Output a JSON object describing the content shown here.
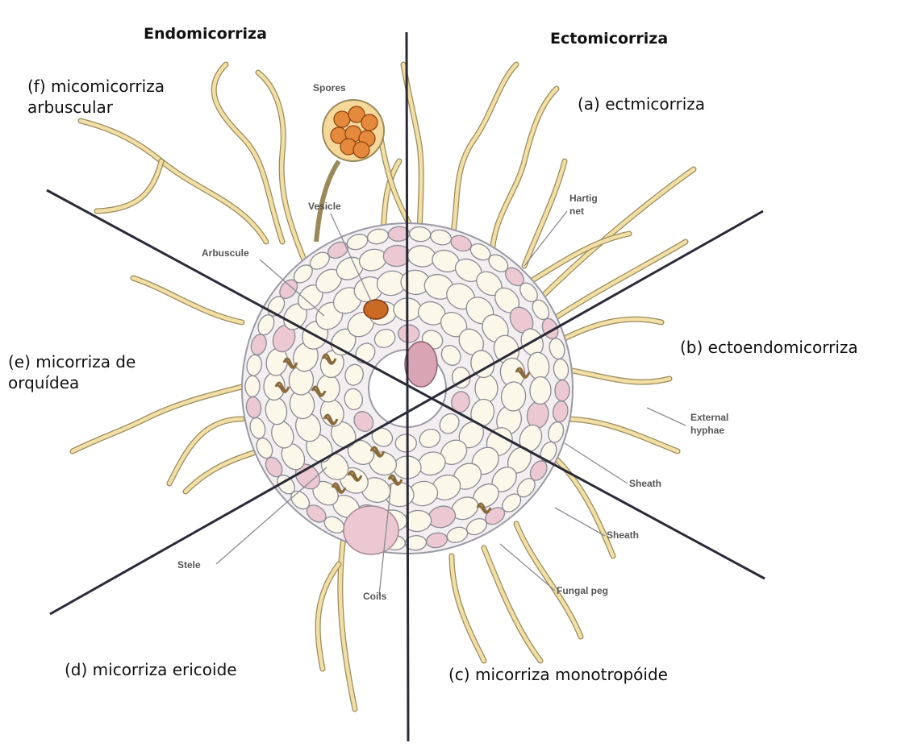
{
  "headings": {
    "left": "Endomicorriza",
    "right": "Ectomicorriza"
  },
  "sections": [
    {
      "key": "a",
      "lines": [
        "(a) ectmicorriza"
      ]
    },
    {
      "key": "b",
      "lines": [
        "(b) ectoendomicorriza"
      ]
    },
    {
      "key": "c",
      "lines": [
        "(c) micorriza monotropóide"
      ]
    },
    {
      "key": "d",
      "lines": [
        "(d) micorriza ericoide"
      ]
    },
    {
      "key": "e",
      "lines": [
        "(e) micorriza de",
        "orquídea"
      ]
    },
    {
      "key": "f",
      "lines": [
        "(f) micomicorriza",
        "arbuscular"
      ]
    }
  ],
  "annotations": {
    "spores": "Spores",
    "vesicle": "Vesicle",
    "arbuscule": "Arbuscule",
    "hartig_net_1": "Hartig",
    "hartig_net_2": "net",
    "external_hyphae_1": "External",
    "external_hyphae_2": "hyphae",
    "sheath_1": "Sheath",
    "sheath_2": "Sheath",
    "fungal_peg": "Fungal peg",
    "stele": "Stele",
    "coils": "Coils"
  },
  "colors": {
    "hyphae": "#f2dfa6",
    "hyphae_stroke": "#9a8a5a",
    "cell_fill": "#fbf8ea",
    "cell_stroke": "#8a8a95",
    "pink_cell": "#ecc9d2",
    "spore": "#e58a3c",
    "divider": "#2b2b38"
  }
}
